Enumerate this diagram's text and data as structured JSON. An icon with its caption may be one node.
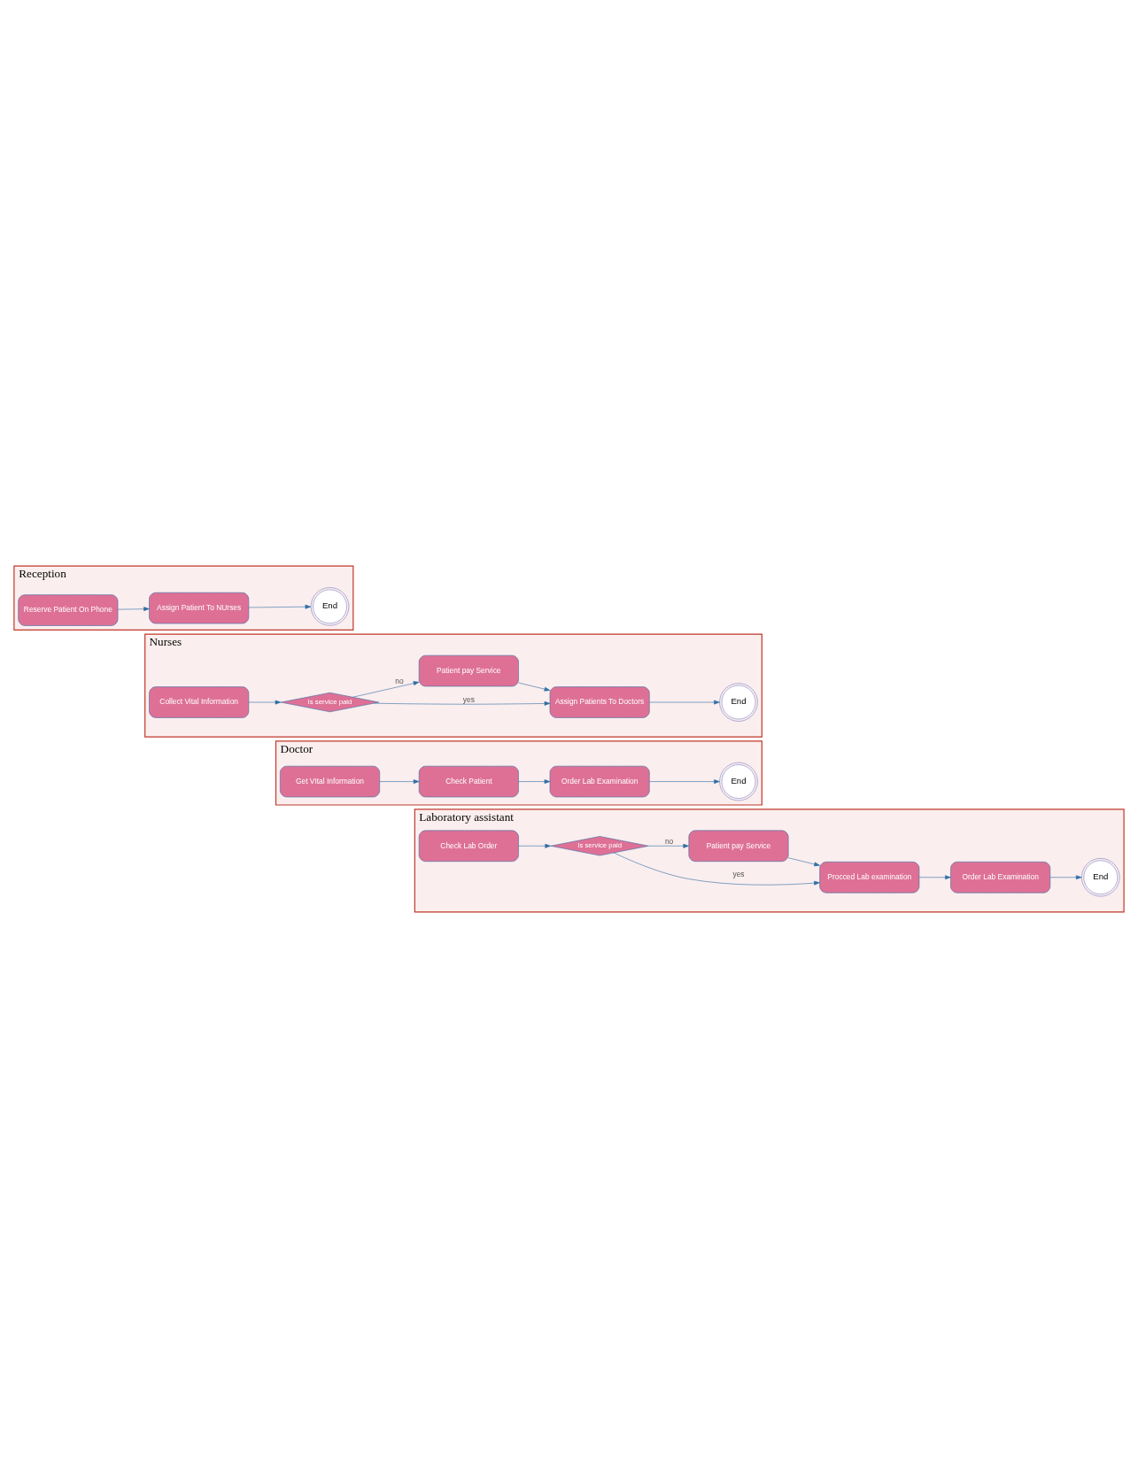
{
  "diagram": {
    "nodes": [
      {
        "text": [
          "Reception"
        ]
      },
      {
        "text": [
          "Reserve Patient On Phone"
        ],
        "in": 0
      },
      {
        "text": [
          "Assign Patient To NUrses"
        ],
        "in": 0
      },
      {
        "text": [
          "End"
        ],
        "in": 0
      },
      {
        "text": [
          "Nurses"
        ]
      },
      {
        "text": [
          "Collect Vital Information"
        ],
        "in": 4
      },
      {
        "text": [
          "Is service paid"
        ],
        "in": 4
      },
      {
        "text": [
          "Assign Patients To Doctors"
        ],
        "in": 4
      },
      {
        "text": [
          "Patient pay Service"
        ],
        "in": 4
      },
      {
        "text": [
          "End"
        ],
        "in": 4
      },
      {
        "text": [
          "Doctor"
        ]
      },
      {
        "text": [
          "Get VItal Information"
        ],
        "in": 10
      },
      {
        "text": [
          "Check Patient"
        ],
        "in": 10
      },
      {
        "text": [
          "Order Lab Examination"
        ],
        "in": 10
      },
      {
        "text": [
          "End"
        ],
        "in": 10
      },
      {
        "text": [
          "Laboratory assistant"
        ]
      },
      {
        "text": [
          "Check Lab Order"
        ],
        "in": 15
      },
      {
        "text": [
          "Is service paid"
        ],
        "in": 15
      },
      {
        "text": [
          "Procced Lab examination"
        ],
        "in": 15
      },
      {
        "text": [
          "Patient pay Service"
        ],
        "in": 15
      },
      {
        "text": [
          "Order Lab Examination"
        ],
        "in": 15
      },
      {
        "text": [
          "End"
        ],
        "in": 15
      }
    ],
    "edges": [
      {
        "from": 1,
        "to": 2,
        "arrow": "to"
      },
      {
        "from": 2,
        "to": 3,
        "arrow": "to"
      },
      {
        "from": 5,
        "to": 6,
        "arrow": "to"
      },
      {
        "from": 6,
        "to": 7,
        "arrow": "to",
        "label": "yes"
      },
      {
        "from": 6,
        "to": 8,
        "arrow": "to",
        "label": "no"
      },
      {
        "from": 8,
        "to": 7,
        "arrow": "to"
      },
      {
        "from": 7,
        "to": 9,
        "arrow": "to"
      },
      {
        "from": 11,
        "to": 12,
        "arrow": "to"
      },
      {
        "from": 12,
        "to": 13,
        "arrow": "to"
      },
      {
        "from": 13,
        "to": 14,
        "arrow": "to"
      },
      {
        "from": 16,
        "to": 17,
        "arrow": "to"
      },
      {
        "from": 17,
        "to": 18,
        "arrow": "to",
        "label": "yes"
      },
      {
        "from": 17,
        "to": 19,
        "arrow": "to",
        "label": "no"
      },
      {
        "from": 19,
        "to": 18,
        "arrow": "to"
      },
      {
        "from": 18,
        "to": 20,
        "arrow": "to"
      },
      {
        "from": 20,
        "to": 21,
        "arrow": "to"
      }
    ]
  }
}
